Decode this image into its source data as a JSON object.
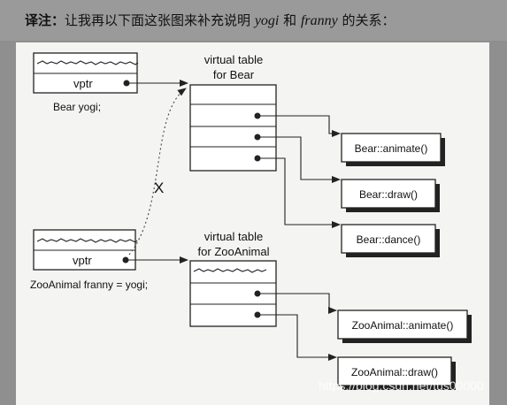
{
  "header": {
    "note_label": "译注：",
    "text_before": "让我再以下面这张图来补充说明",
    "var1": "yogi",
    "conj": "和",
    "var2": "franny",
    "text_after": "的关系："
  },
  "objects": {
    "bear": {
      "field": "vptr",
      "caption": "Bear yogi;"
    },
    "zoo": {
      "field": "vptr",
      "caption": "ZooAnimal franny = yogi;"
    }
  },
  "vtables": {
    "bear": {
      "title_line1": "virtual table",
      "title_line2": "for Bear"
    },
    "zoo": {
      "title_line1": "virtual table",
      "title_line2": "for ZooAnimal"
    }
  },
  "functions": {
    "bear": [
      "Bear::animate()",
      "Bear::draw()",
      "Bear::dance()"
    ],
    "zoo": [
      "ZooAnimal::animate()",
      "ZooAnimal::draw()"
    ]
  },
  "cross_mark": "X",
  "watermark": "https://blog.csdn.net/tus00000"
}
